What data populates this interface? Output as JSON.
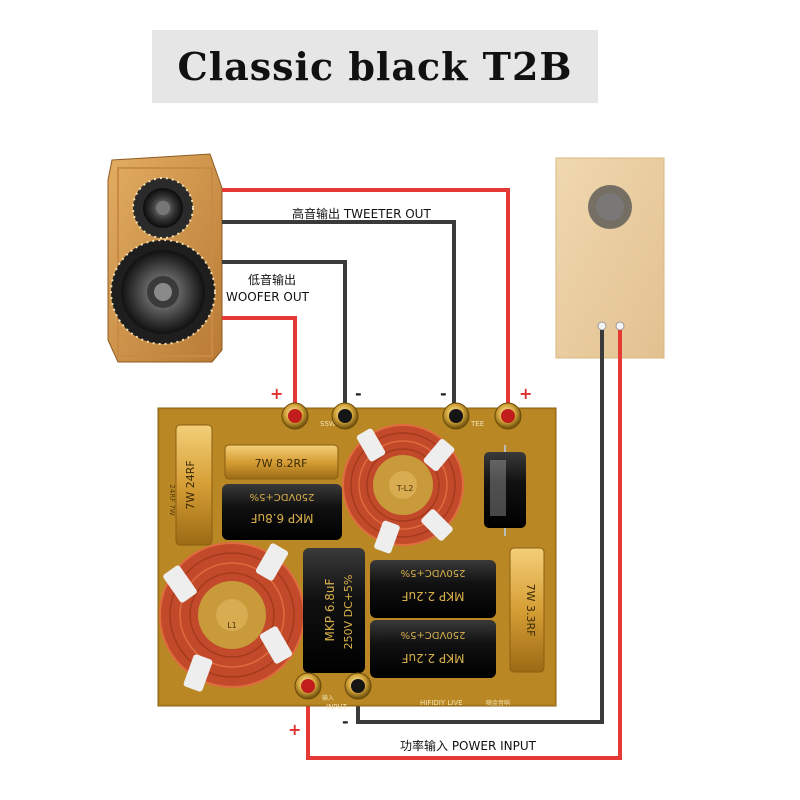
{
  "title": "Classic black T2B",
  "labels": {
    "tweeter_out": "高音输出 TWEETER OUT",
    "woofer_out_cn": "低音输出",
    "woofer_out_en": "WOOFER OUT",
    "power_input": "功率输入 POWER INPUT"
  },
  "terminals": {
    "woofer_plus": "+",
    "woofer_minus": "-",
    "tweeter_minus": "-",
    "tweeter_plus": "+",
    "input_plus": "+",
    "input_minus": "-"
  },
  "board": {
    "resistor_top": "7W 8.2RF",
    "resistor_left": "7W 24RF",
    "resistor_left_small": "24RF 7W",
    "resistor_right": "7W 3.3RF",
    "cap_top_line1": "250VDC+5%",
    "cap_top_line2": "MKP 6.8uF",
    "cap_center_line1": "MKP  6.8uF",
    "cap_center_line2": "250V DC+5%",
    "cap_right1_line1": "250VDC+5%",
    "cap_right1_line2": "MKP 2.2uF",
    "cap_right2_line1": "250VDC+5%",
    "cap_right2_line2": "MKP 2.2uF",
    "coil_top": "T-L2",
    "coil_bottom": "L1",
    "input_silk": "INPUT",
    "brand_silk": "HIFIDIY LIVE",
    "silk_cn": "输入",
    "silk_cn2": "随金音响",
    "ssw_silk": "SSW",
    "tweeter_silk": "TEE"
  },
  "colors": {
    "wire_red": "#e53935",
    "wire_black": "#3a3a3a",
    "pcb": "#b3821f",
    "wood": "#d49a52"
  }
}
